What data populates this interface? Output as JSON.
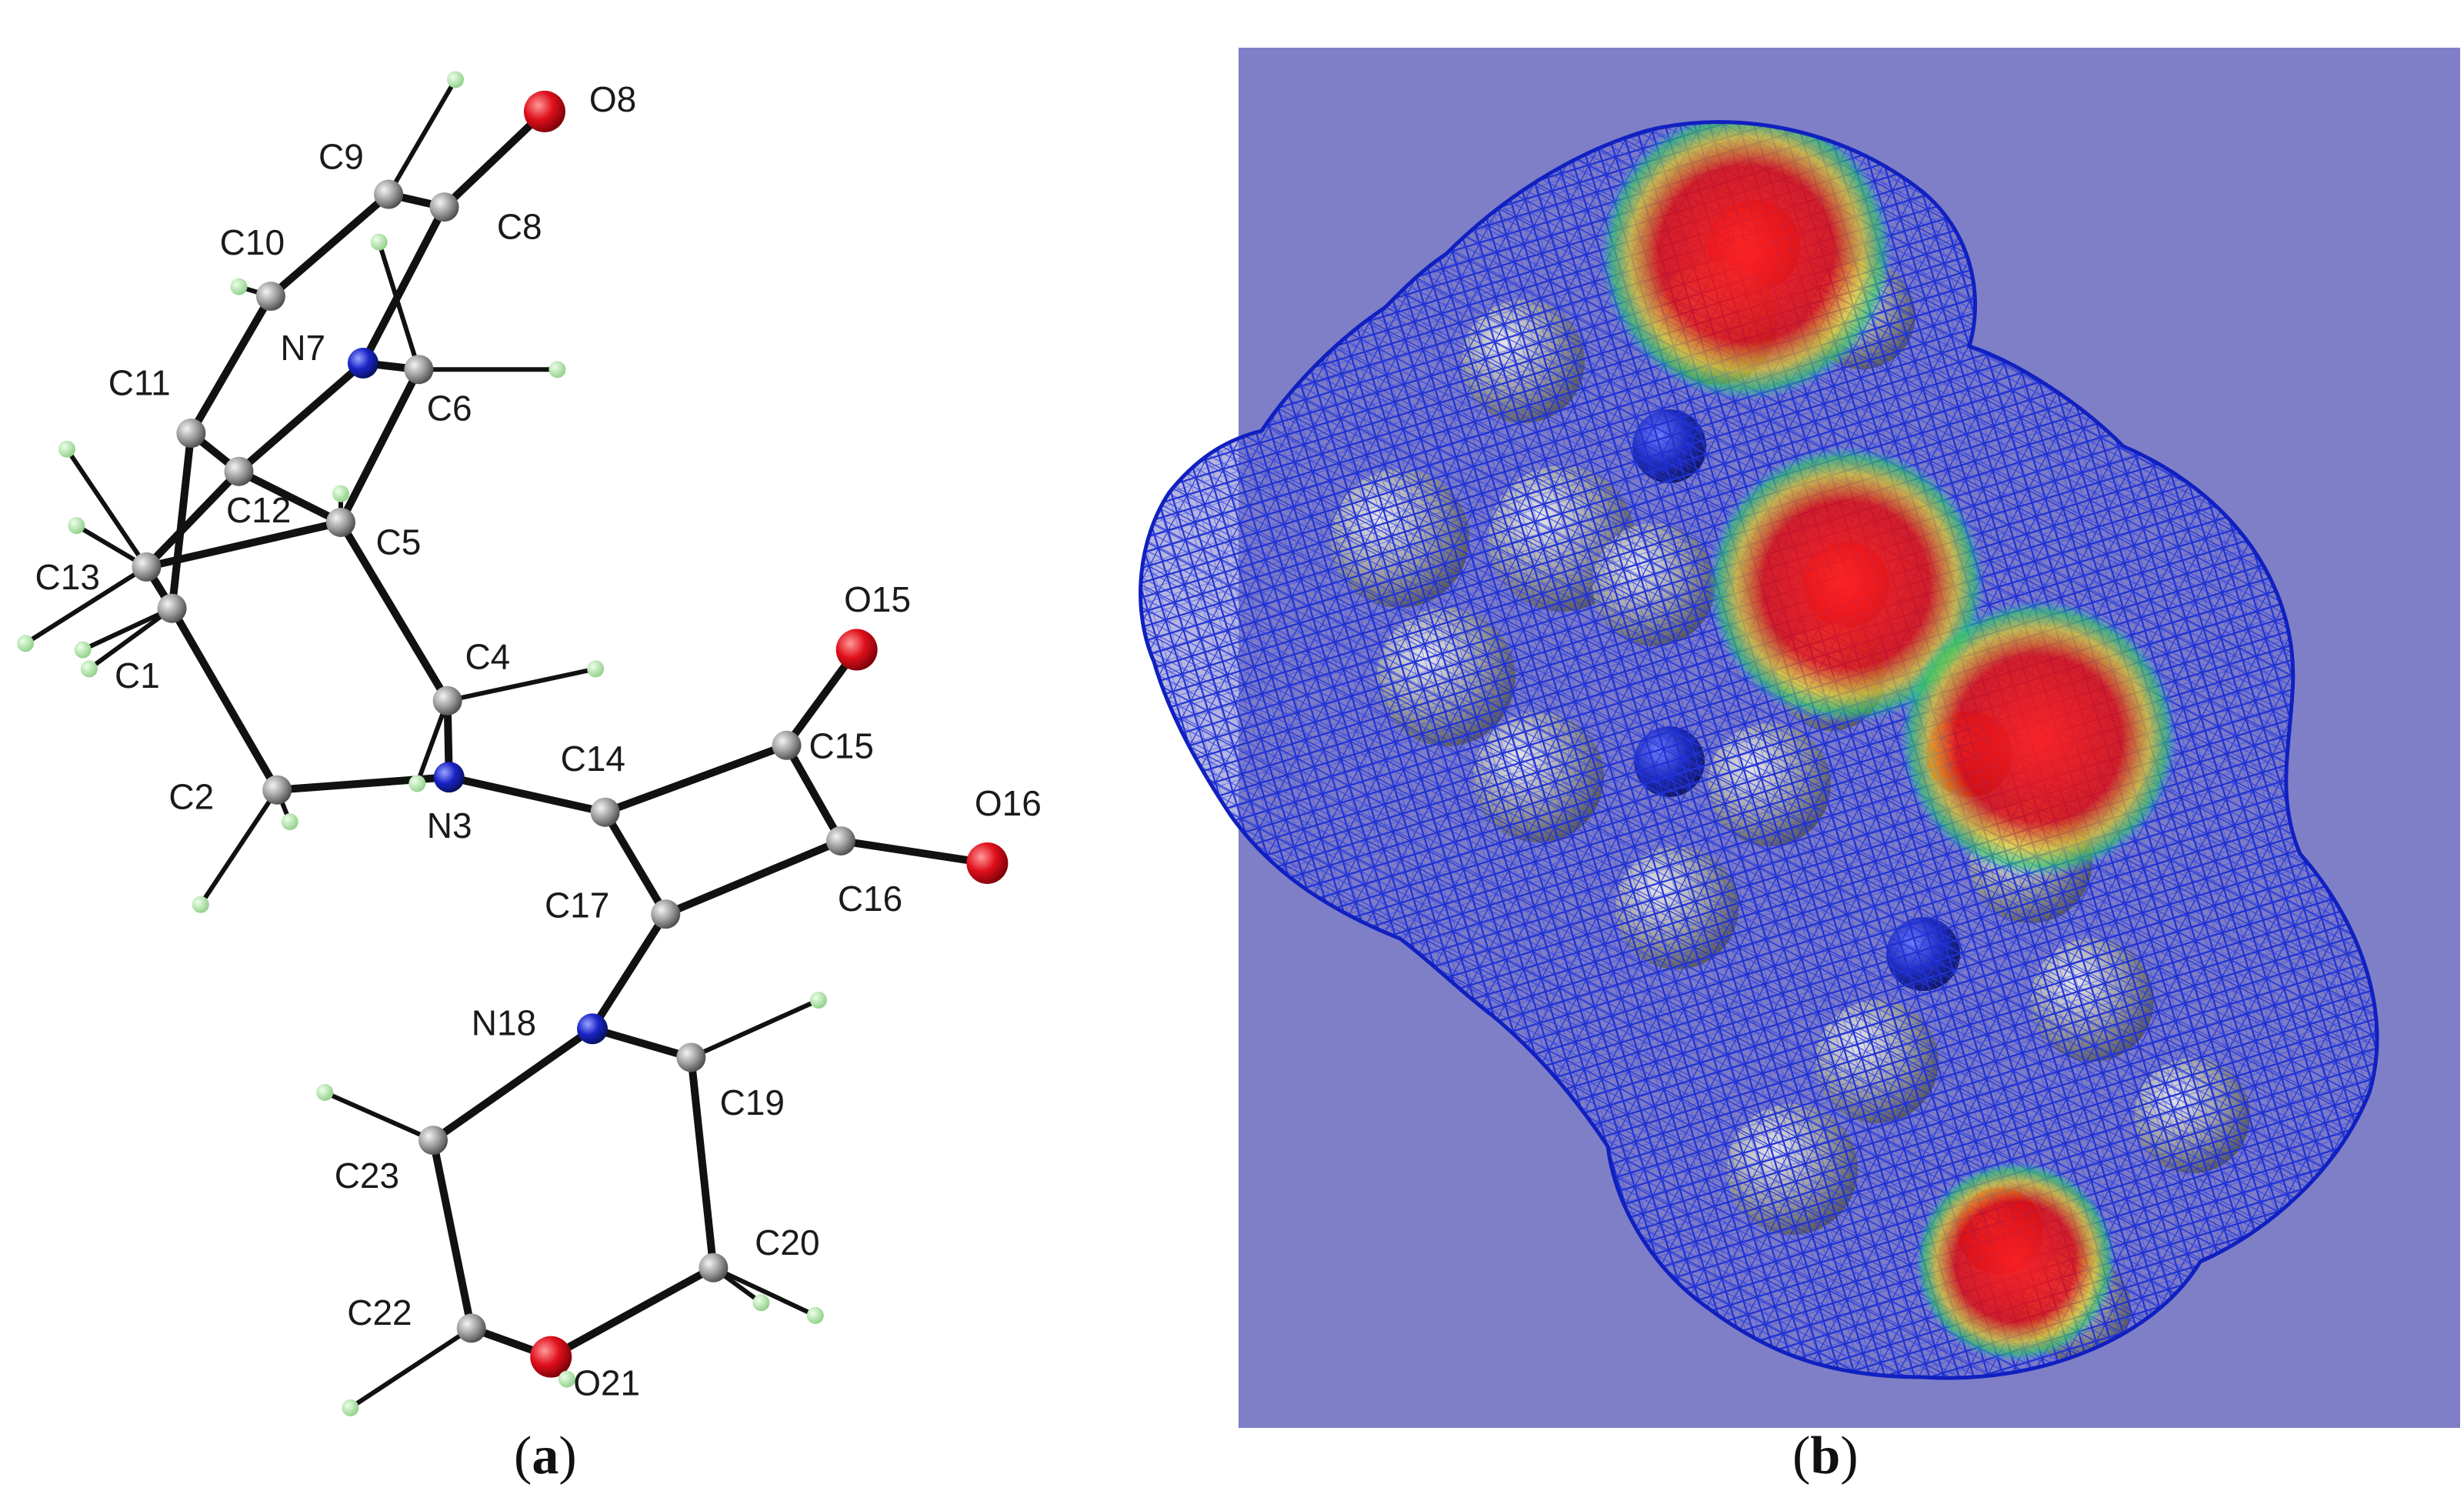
{
  "panels": {
    "a": {
      "caption_open": "(",
      "caption_letter": "a",
      "caption_close": ")",
      "atom_labels": [
        "O8",
        "C9",
        "C8",
        "C10",
        "N7",
        "C11",
        "C6",
        "C12",
        "C5",
        "C13",
        "C1",
        "C4",
        "O15",
        "C14",
        "C15",
        "C2",
        "N3",
        "O16",
        "C17",
        "C16",
        "N18",
        "C19",
        "C23",
        "C20",
        "C22",
        "O21"
      ]
    },
    "b": {
      "caption_open": "(",
      "caption_letter": "b",
      "caption_close": ")",
      "background_color": "#7f7fc8",
      "mesh_color": "#1d2fd0"
    }
  },
  "colors": {
    "oxygen": "#e0101c",
    "nitrogen": "#1a24c8",
    "carbon": "#8a8a8a",
    "hydrogen": "#a8e0a0",
    "bond": "#111111"
  }
}
